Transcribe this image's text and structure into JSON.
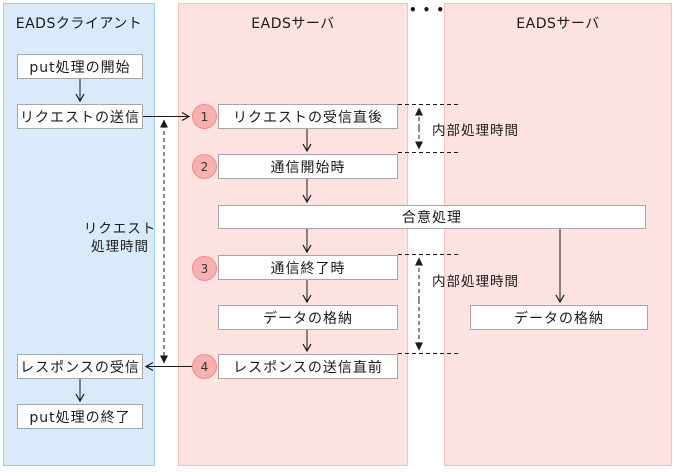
{
  "diagram": {
    "lanes": [
      {
        "id": "client",
        "title": "EADSクライアント"
      },
      {
        "id": "server1",
        "title": "EADSサーバ"
      },
      {
        "id": "server2",
        "title": "EADSサーバ"
      }
    ],
    "ellipsis": "•••",
    "nodes": {
      "put_start": "put処理の開始",
      "request_send": "リクエストの送信",
      "request_received": "リクエストの受信直後",
      "comm_start": "通信開始時",
      "agreement": "合意処理",
      "comm_end": "通信終了時",
      "data_store_server1": "データの格納",
      "response_send": "レスポンスの送信直前",
      "response_receive": "レスポンスの受信",
      "put_end": "put処理の終了",
      "data_store_server2": "データの格納"
    },
    "steps": [
      "1",
      "2",
      "3",
      "4"
    ],
    "annotations": {
      "request_processing_time_line1": "リクエスト",
      "request_processing_time_line2": "処理時間",
      "internal_processing_time_1": "内部処理時間",
      "internal_processing_time_2": "内部処理時間"
    },
    "colors": {
      "client_lane_fill": "#d9eafa",
      "client_lane_border": "#a7cbe9",
      "server_lane_fill": "#fde2e2",
      "server_lane_border": "#f6c0c0",
      "node_border": "#a6a6a6",
      "step_fill": "#f7b1b1",
      "step_border": "#ee8b8b",
      "arrow": "#1a1a1a"
    }
  }
}
